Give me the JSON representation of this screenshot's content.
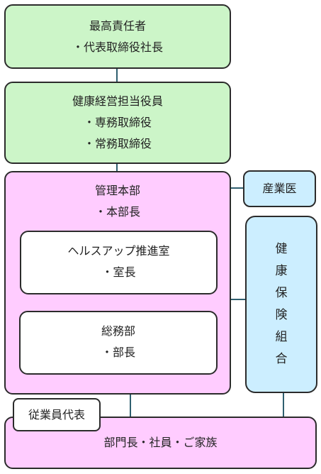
{
  "nodes": {
    "top_executive": {
      "title": "最高責任者",
      "role": "・代表取締役社長"
    },
    "health_management_officer": {
      "title": "健康経営担当役員",
      "roles": [
        "・専務取締役",
        "・常務取締役"
      ]
    },
    "management_division": {
      "title": "管理本部",
      "role": "・本部長"
    },
    "health_up_office": {
      "title": "ヘルスアップ推進室",
      "role": "・室長"
    },
    "general_affairs": {
      "title": "総務部",
      "role": "・部長"
    },
    "industrial_physician": {
      "title": "産業医"
    },
    "health_insurance_union": {
      "chars": [
        "健",
        "康",
        "保",
        "険",
        "組",
        "合"
      ]
    },
    "employee_representative": {
      "title": "従業員代表"
    },
    "staff": {
      "title": "部門長・社員・ご家族"
    }
  },
  "colors": {
    "executive_fill": "#ccf5c8",
    "management_fill": "#ffccff",
    "external_fill": "#cceeff",
    "unit_fill": "#ffffff",
    "connector": "#2f5f6f",
    "border": "#2b2b2b"
  }
}
